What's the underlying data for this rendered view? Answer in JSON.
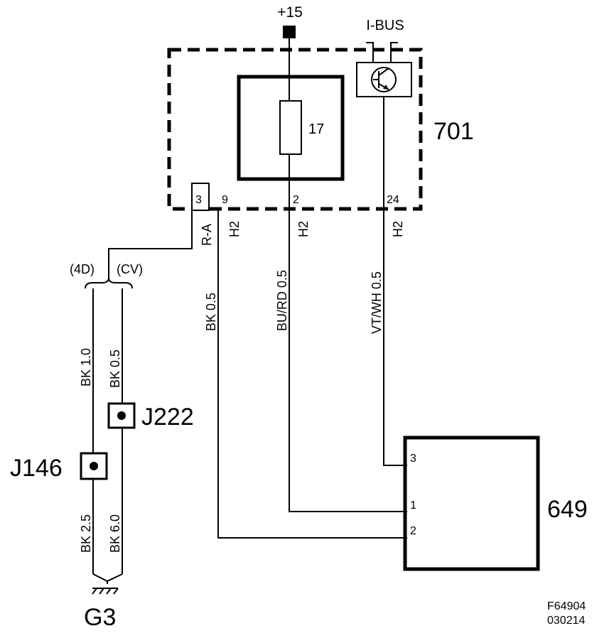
{
  "supply": {
    "label": "+15"
  },
  "bus": {
    "label": "I-BUS"
  },
  "module_701": {
    "label": "701",
    "fuse_label": "17",
    "pins": {
      "p3": "3",
      "p9": "9",
      "p2": "2",
      "p24": "24"
    },
    "connectors": {
      "ra": "R-A",
      "h2": "H2"
    }
  },
  "module_649": {
    "label": "649",
    "pins": {
      "p3": "3",
      "p1": "1",
      "p2": "2"
    }
  },
  "variants": {
    "left": "(4D)",
    "right": "(CV)"
  },
  "wires": {
    "bk_05_pin9": "BK  0.5",
    "bu_rd": "BU/RD  0.5",
    "vt_wh": "VT/WH  0.5",
    "bk_10": "BK  1.0",
    "bk_05": "BK  0.5",
    "bk_25": "BK  2.5",
    "bk_60": "BK  6.0"
  },
  "splices": {
    "j222": "J222",
    "j146": "J146"
  },
  "ground": {
    "label": "G3"
  },
  "figure_id": {
    "line1": "F64904",
    "line2": "030214"
  }
}
